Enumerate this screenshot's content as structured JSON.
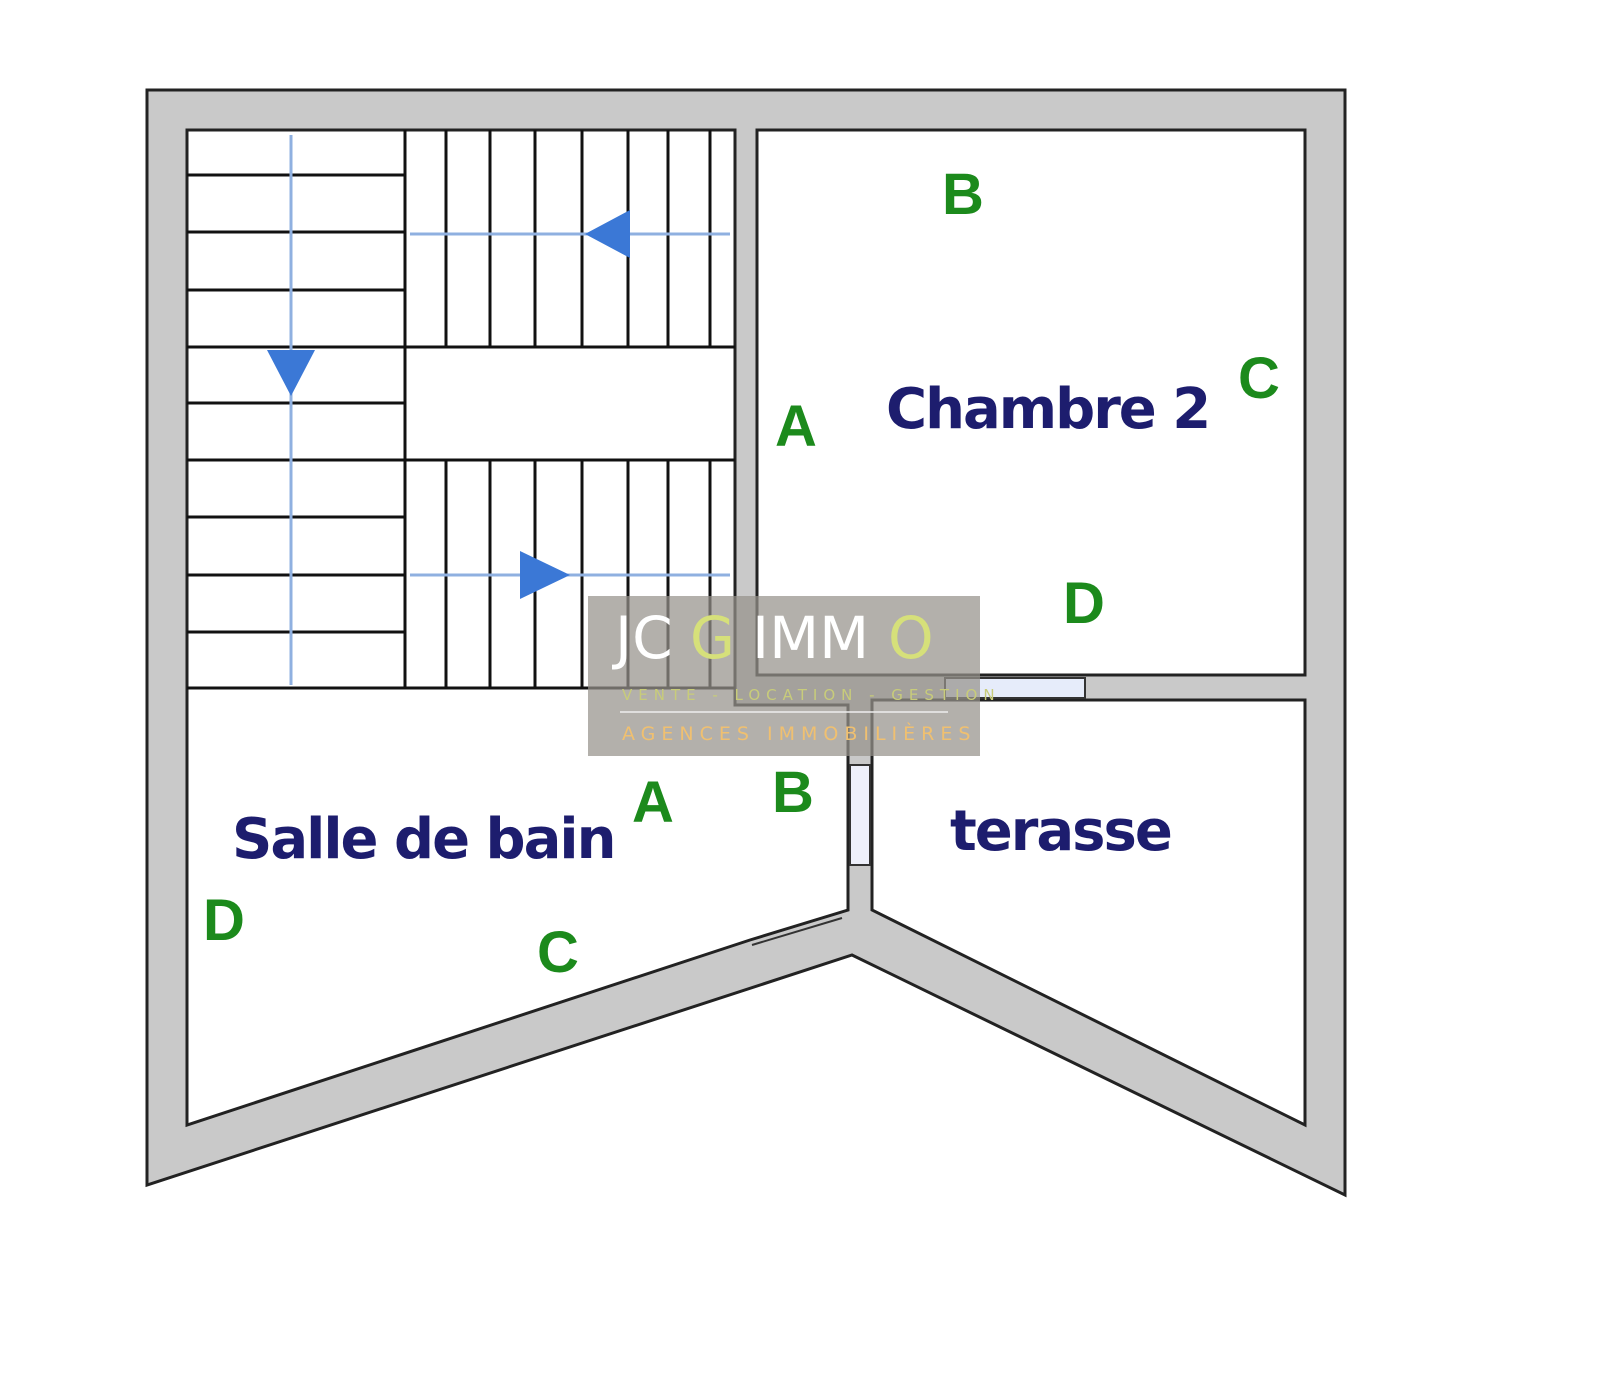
{
  "rooms": {
    "chambre": "Chambre 2",
    "bathroom": "Salle de bain",
    "terrace": "terasse"
  },
  "wall_labels": {
    "chambre_a": "A",
    "chambre_b": "B",
    "chambre_c": "C",
    "chambre_d": "D",
    "bath_a": "A",
    "bath_b": "B",
    "bath_c": "C",
    "bath_d": "D"
  },
  "watermark": {
    "logo_jc": "JC",
    "logo_g": "G",
    "logo_imm": "IMM",
    "logo_o": "O",
    "tagline": "VENTE - LOCATION - GESTION",
    "subtitle": "AGENCES IMMOBILIÈRES"
  },
  "colors": {
    "wall": "#c9c9c9",
    "label": "#1c8a1c",
    "room_name": "#1d1d6e",
    "arrow": "#3b78d6"
  }
}
